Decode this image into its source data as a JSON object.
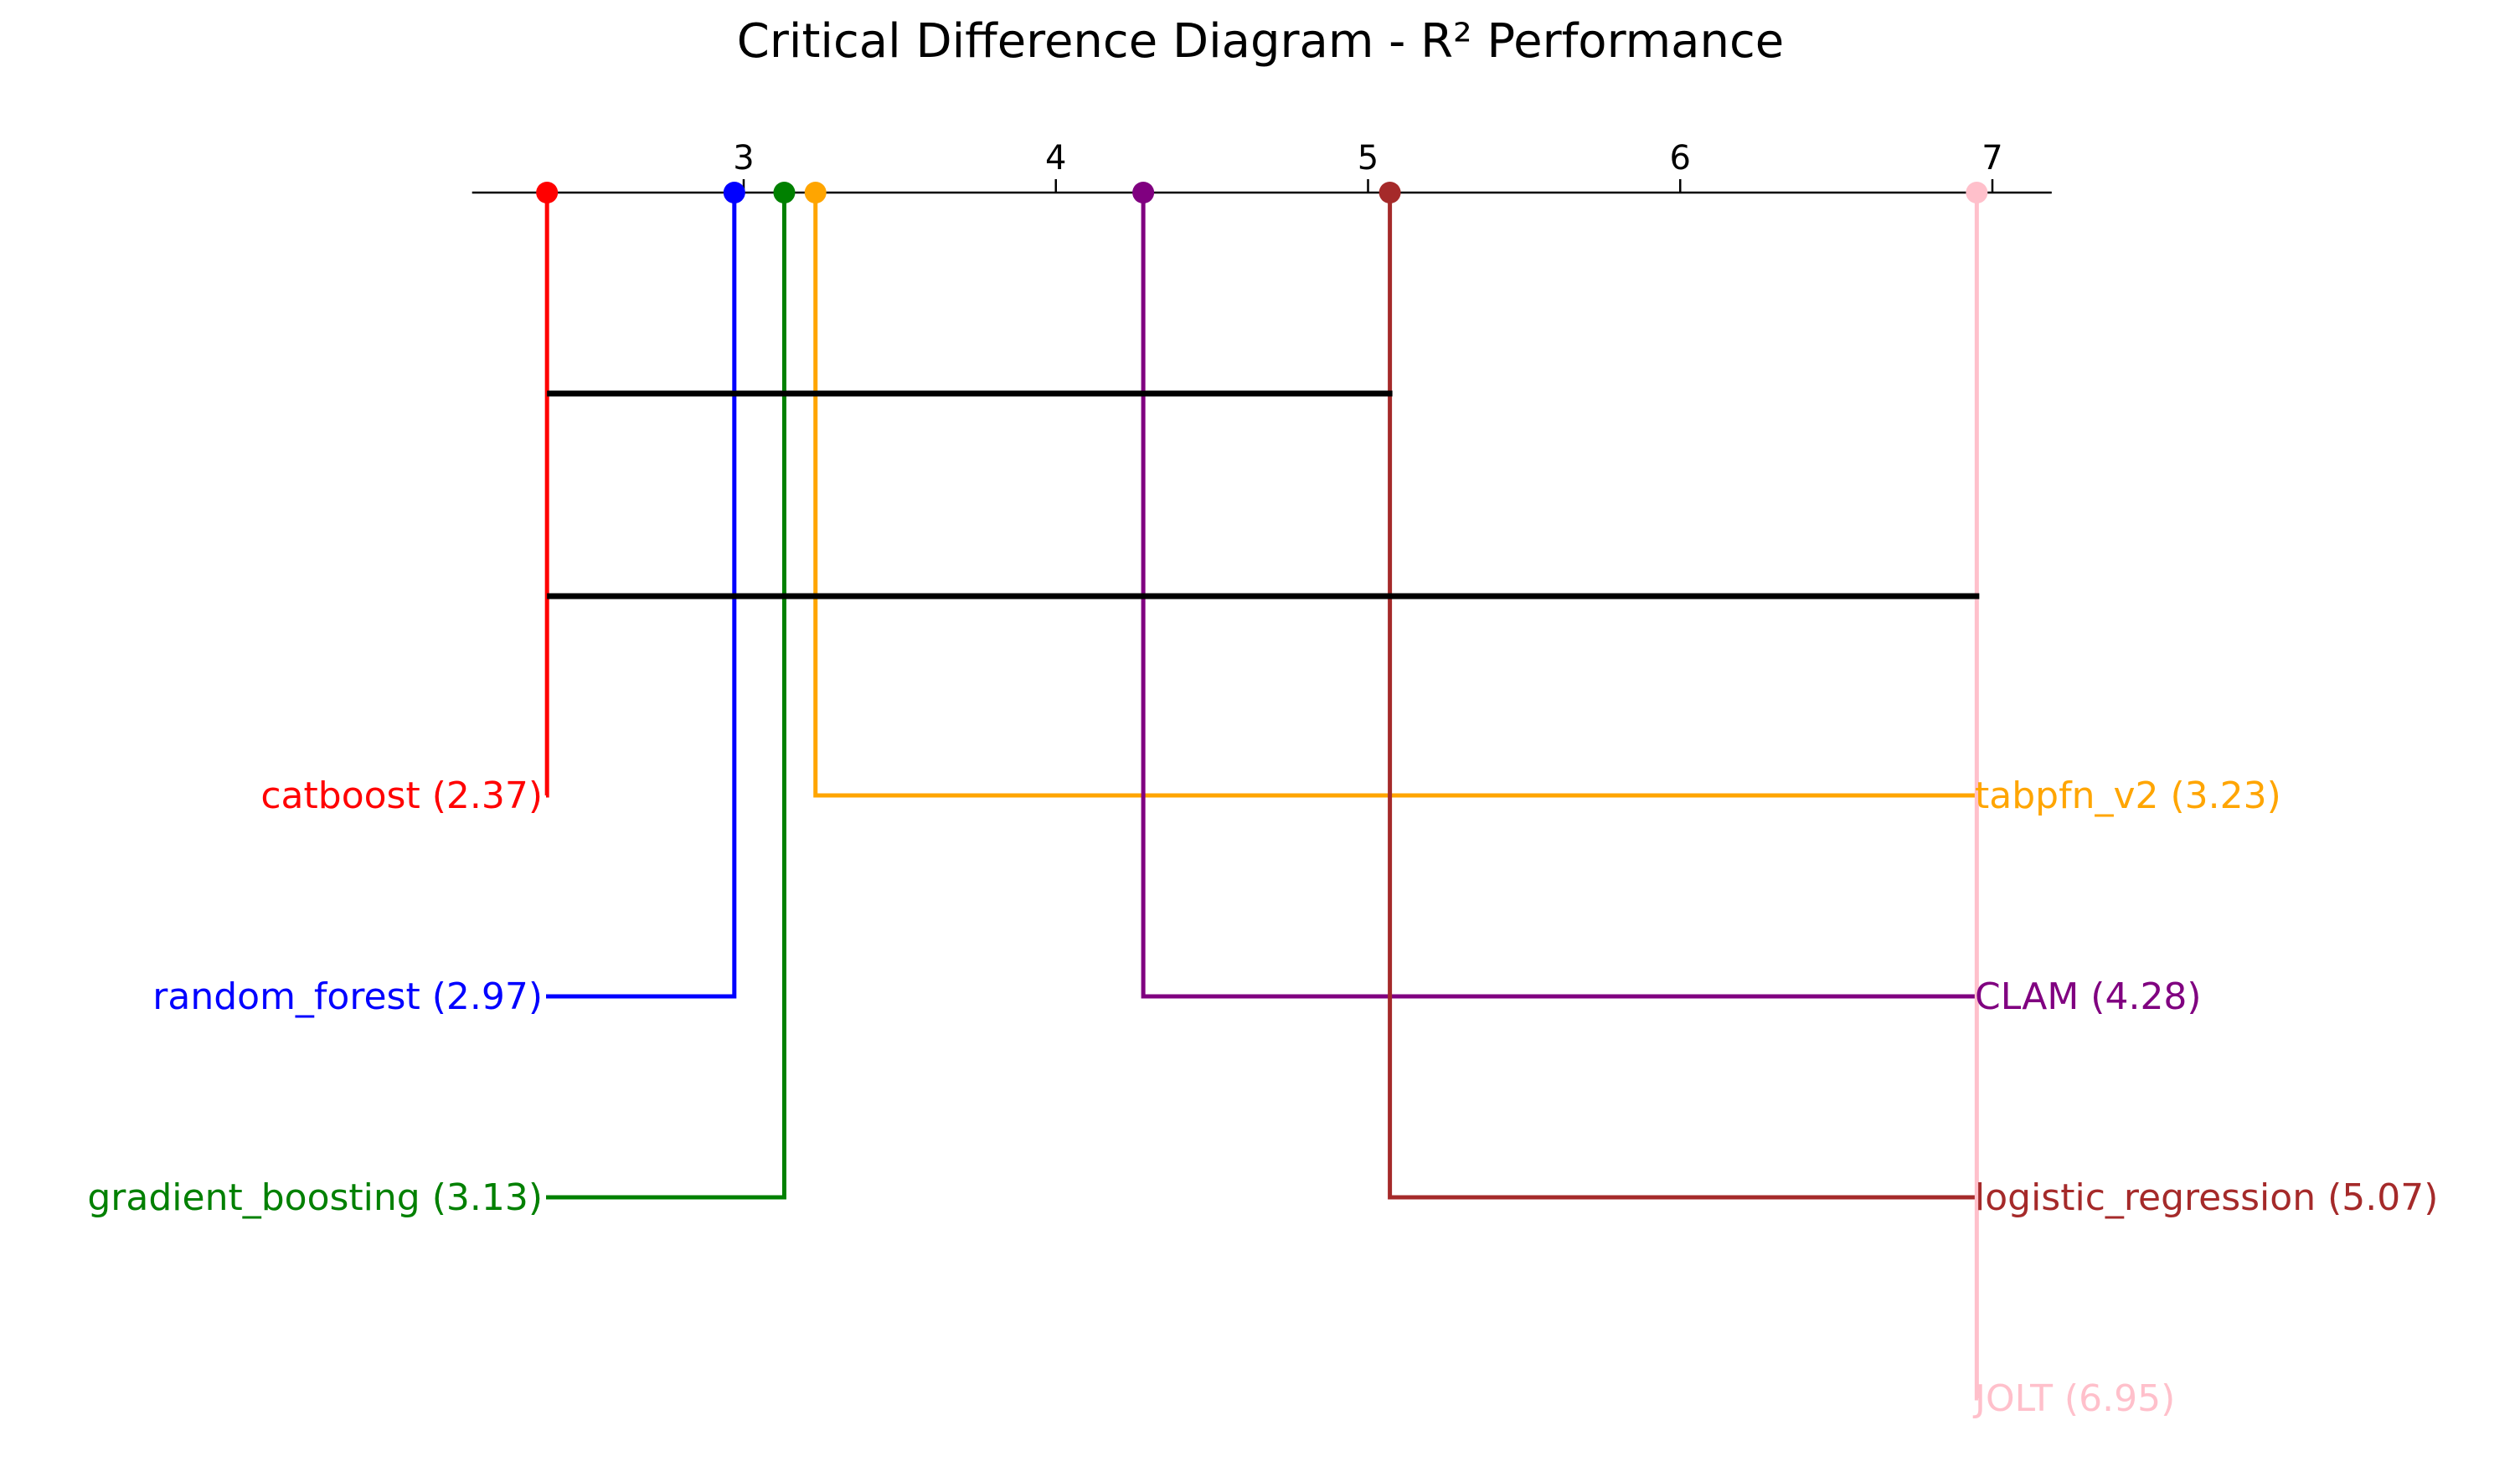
{
  "chart_data": {
    "type": "critical_difference",
    "title": "Critical Difference Diagram - R² Performance",
    "axis": {
      "ticks": [
        3,
        4,
        5,
        6,
        7
      ],
      "range": [
        2.13,
        7.19
      ]
    },
    "methods": [
      {
        "name": "catboost",
        "rank": 2.37,
        "label": "catboost (2.37)",
        "color": "#ff0000",
        "side": "left"
      },
      {
        "name": "random_forest",
        "rank": 2.97,
        "label": "random_forest (2.97)",
        "color": "#0000ff",
        "side": "left"
      },
      {
        "name": "gradient_boosting",
        "rank": 3.13,
        "label": "gradient_boosting (3.13)",
        "color": "#008000",
        "side": "left"
      },
      {
        "name": "tabpfn_v2",
        "rank": 3.23,
        "label": "tabpfn_v2 (3.23)",
        "color": "#ffa500",
        "side": "right"
      },
      {
        "name": "CLAM",
        "rank": 4.28,
        "label": "CLAM (4.28)",
        "color": "#800080",
        "side": "right"
      },
      {
        "name": "logistic_regression",
        "rank": 5.07,
        "label": "logistic_regression (5.07)",
        "color": "#a52a2a",
        "side": "right"
      },
      {
        "name": "JOLT",
        "rank": 6.95,
        "label": "JOLT (6.95)",
        "color": "#ffc0cb",
        "side": "right"
      }
    ],
    "cliques": [
      {
        "from": 2.37,
        "to": 5.07
      },
      {
        "from": 2.37,
        "to": 6.95
      }
    ]
  }
}
